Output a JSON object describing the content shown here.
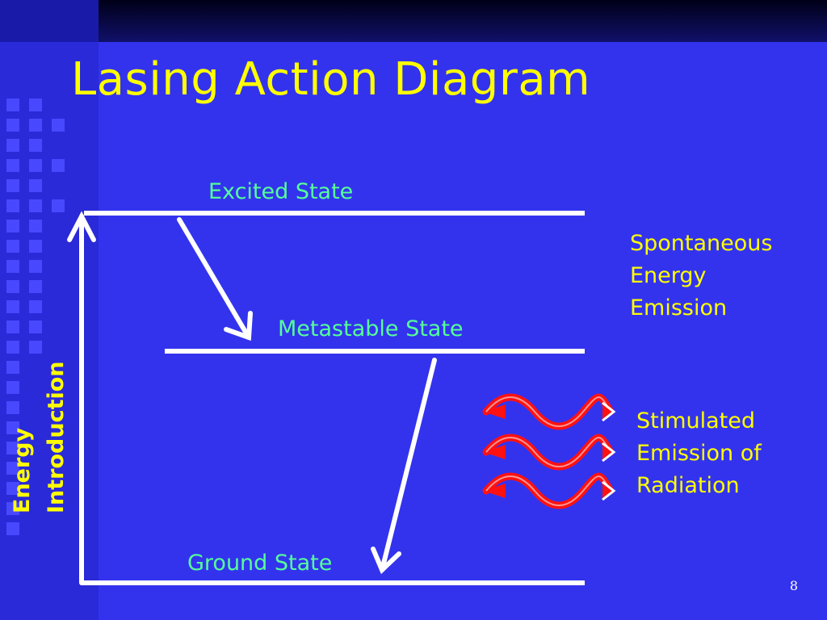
{
  "slide": {
    "title": "Lasing Action Diagram",
    "page_number": "8"
  },
  "levels": {
    "excited": "Excited State",
    "metastable": "Metastable State",
    "ground": "Ground State"
  },
  "annotations": {
    "spontaneous": [
      "Spontaneous",
      "Energy",
      "Emission"
    ],
    "stimulated": [
      "Stimulated",
      "Emission of",
      "Radiation"
    ],
    "energy_intro": [
      "Energy",
      "Introduction"
    ]
  },
  "colors": {
    "background": "#3333ee",
    "title": "#ffff00",
    "level_label": "#55ff99",
    "annotation": "#ffff00",
    "lines": "#ffffff",
    "waves": "#ff1111"
  }
}
